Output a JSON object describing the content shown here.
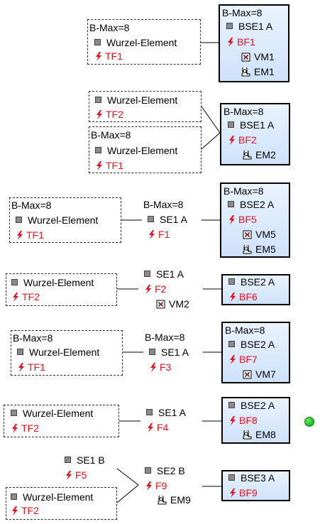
{
  "g1": {
    "src": {
      "bmax": "B-Max=8",
      "wurzel": "Wurzel-Element",
      "tf": "TF1"
    },
    "tgt": {
      "bmax": "B-Max=8",
      "bse": "BSE1 A",
      "bf": "BF1",
      "vm": "VM1",
      "em": "EM1"
    }
  },
  "g2": {
    "src1": {
      "wurzel": "Wurzel-Element",
      "tf": "TF2"
    },
    "src2": {
      "bmax": "B-Max=8",
      "wurzel": "Wurzel-Element",
      "tf": "TF1"
    },
    "tgt": {
      "bmax": "B-Max=8",
      "bse": "BSE1 A",
      "bf": "BF2",
      "em": "EM2"
    }
  },
  "g3": {
    "src": {
      "bmax": "B-Max=8",
      "wurzel": "Wurzel-Element",
      "tf": "TF1"
    },
    "mid": {
      "bmax": "B-Max=8",
      "se": "SE1 A",
      "f": "F1"
    },
    "tgt": {
      "bmax": "B-Max=8",
      "bse": "BSE2 A",
      "bf": "BF5",
      "vm": "VM5",
      "em": "EM5"
    }
  },
  "g4": {
    "src": {
      "wurzel": "Wurzel-Element",
      "tf": "TF2"
    },
    "mid": {
      "se": "SE1 A",
      "f": "F2",
      "vm": "VM2"
    },
    "tgt": {
      "bse": "BSE2 A",
      "bf": "BF6"
    }
  },
  "g5": {
    "src": {
      "bmax": "B-Max=8",
      "wurzel": "Wurzel-Element",
      "tf": "TF1"
    },
    "mid": {
      "bmax": "B-Max=8",
      "se": "SE1 A",
      "f": "F3"
    },
    "tgt": {
      "bmax": "B-Max=8",
      "bse": "BSE2 A",
      "bf": "BF7",
      "vm": "VM7"
    }
  },
  "g6": {
    "src": {
      "wurzel": "Wurzel-Element",
      "tf": "TF2"
    },
    "mid": {
      "se": "SE1 A",
      "f": "F4"
    },
    "tgt": {
      "bse": "BSE2 A",
      "bf": "BF8",
      "em": "EM8"
    }
  },
  "g7": {
    "se1b": {
      "se": "SE1 B",
      "f": "F5"
    },
    "src": {
      "wurzel": "Wurzel-Element",
      "tf": "TF2"
    },
    "mid": {
      "se": "SE2 B",
      "f": "F9",
      "em": "EM9"
    },
    "tgt": {
      "bse": "BSE3 A",
      "bf": "BF9"
    }
  },
  "colors": {
    "red": "#e8101e",
    "target_fill": "#dbe9fc",
    "status_dot": "#22c02a"
  },
  "icons": {
    "square": "element-square-icon",
    "fault": "fault-lightning-icon",
    "vm": "crossed-box-icon",
    "em": "detector-icon"
  }
}
